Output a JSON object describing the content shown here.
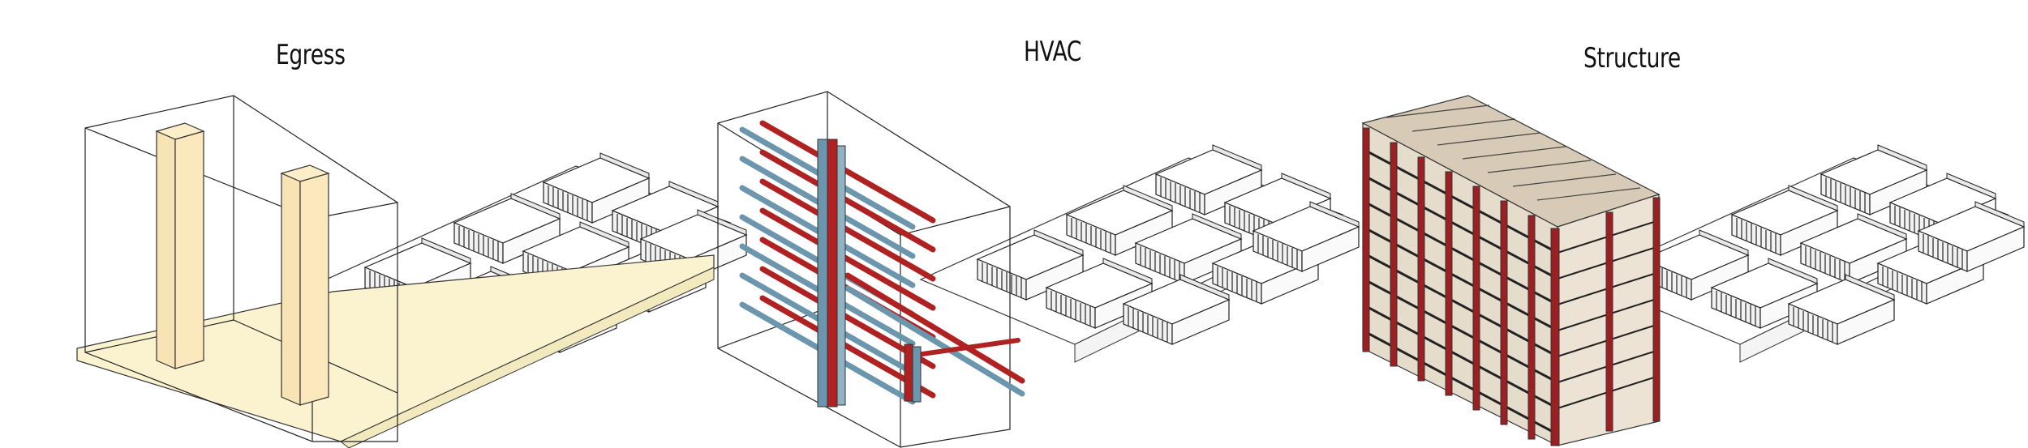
{
  "panels": [
    {
      "title": "Egress",
      "highlight_color": "#f7e3b4"
    },
    {
      "title": "HVAC",
      "highlight_color": "#b02222",
      "secondary_color": "#6b96ad"
    },
    {
      "title": "Structure",
      "highlight_color": "#9c1f22",
      "slab_color": "#d7cbb8"
    }
  ]
}
